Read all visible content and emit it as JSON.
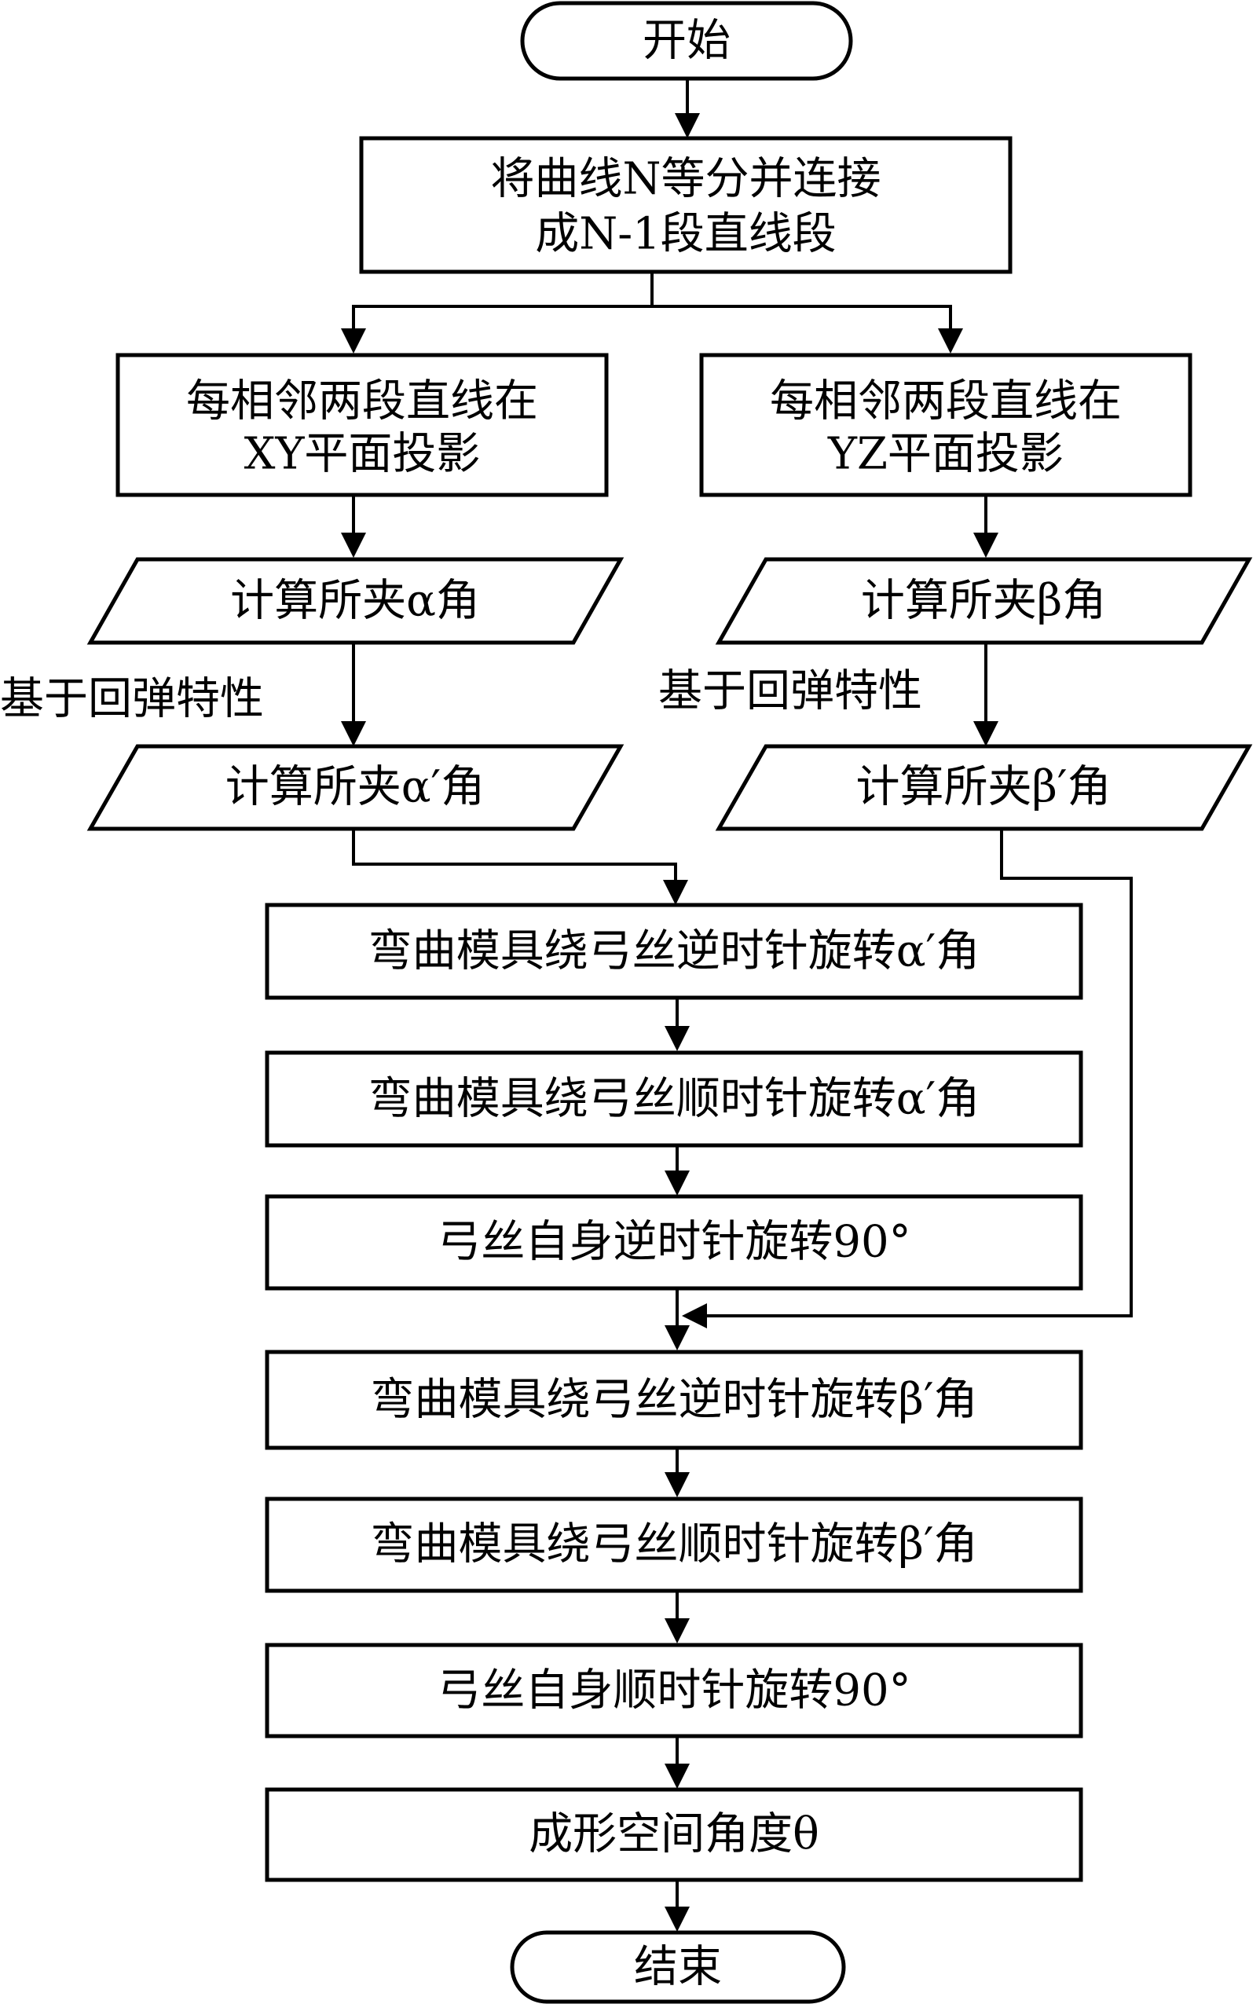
{
  "nodes": {
    "start": "开始",
    "split_line1": "将曲线N等分并连接",
    "split_line2": "成N-1段直线段",
    "proj_xy_line1": "每相邻两段直线在",
    "proj_xy_line2": "XY平面投影",
    "proj_yz_line1": "每相邻两段直线在",
    "proj_yz_line2": "YZ平面投影",
    "calc_alpha": "计算所夹α角",
    "calc_beta": "计算所夹β角",
    "calc_alpha_prime": "计算所夹α′角",
    "calc_beta_prime": "计算所夹β′角",
    "rotate_ccw_alpha": "弯曲模具绕弓丝逆时针旋转α′角",
    "rotate_cw_alpha": "弯曲模具绕弓丝顺时针旋转α′角",
    "wire_ccw_90": "弓丝自身逆时针旋转90°",
    "rotate_ccw_beta": "弯曲模具绕弓丝逆时针旋转β′角",
    "rotate_cw_beta": "弯曲模具绕弓丝顺时针旋转β′角",
    "wire_cw_90": "弓丝自身顺时针旋转90°",
    "form_angle": "成形空间角度θ",
    "end": "结束"
  },
  "labels": {
    "springback_left": "基于回弹特性",
    "springback_right": "基于回弹特性"
  }
}
